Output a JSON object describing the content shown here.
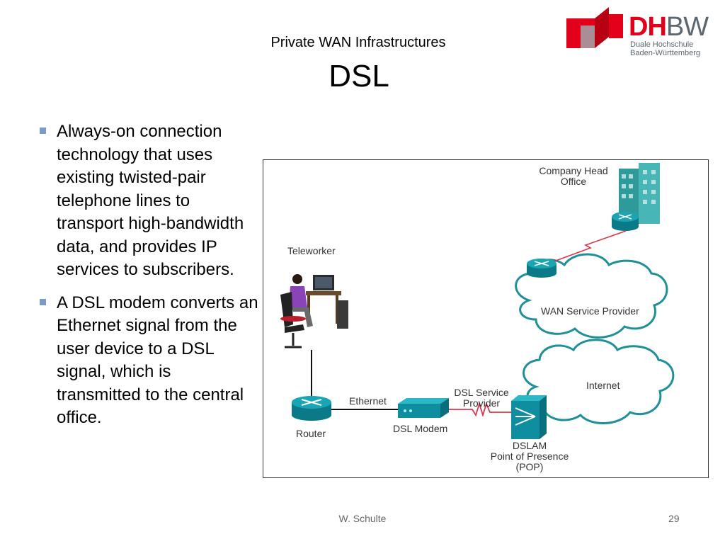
{
  "slide": {
    "subtitle": "Private WAN Infrastructures",
    "title": "DSL",
    "logo": {
      "mark": "DH",
      "mark_suffix": "BW",
      "line1": "Duale Hochschule",
      "line2": "Baden-Württemberg",
      "colors": {
        "red": "#e2001a",
        "gray": "#5d6770"
      }
    },
    "bullets": [
      "Always-on connection technology that uses existing twisted-pair telephone lines to transport high-bandwidth data, and provides IP services to subscribers.",
      "A DSL modem converts an Ethernet signal from the user device to a DSL signal, which is transmitted to the central office."
    ],
    "footer": {
      "author": "W. Schulte",
      "page": "29"
    }
  },
  "diagram": {
    "labels": {
      "company_line1": "Company Head",
      "company_line2": "Office",
      "teleworker": "Teleworker",
      "wan": "WAN Service Provider",
      "internet": "Internet",
      "router": "Router",
      "ethernet": "Ethernet",
      "dsl_modem": "DSL Modem",
      "dsl_provider_line1": "DSL Service",
      "dsl_provider_line2": "Provider",
      "dslam_line1": "DSLAM",
      "dslam_line2": "Point of Presence",
      "dslam_line3": "(POP)"
    },
    "colors": {
      "device": "#0e8e9e",
      "cloud_stroke": "#1f8f9a",
      "serial_link": "#e0304a",
      "building": "#3aa9a9"
    }
  }
}
